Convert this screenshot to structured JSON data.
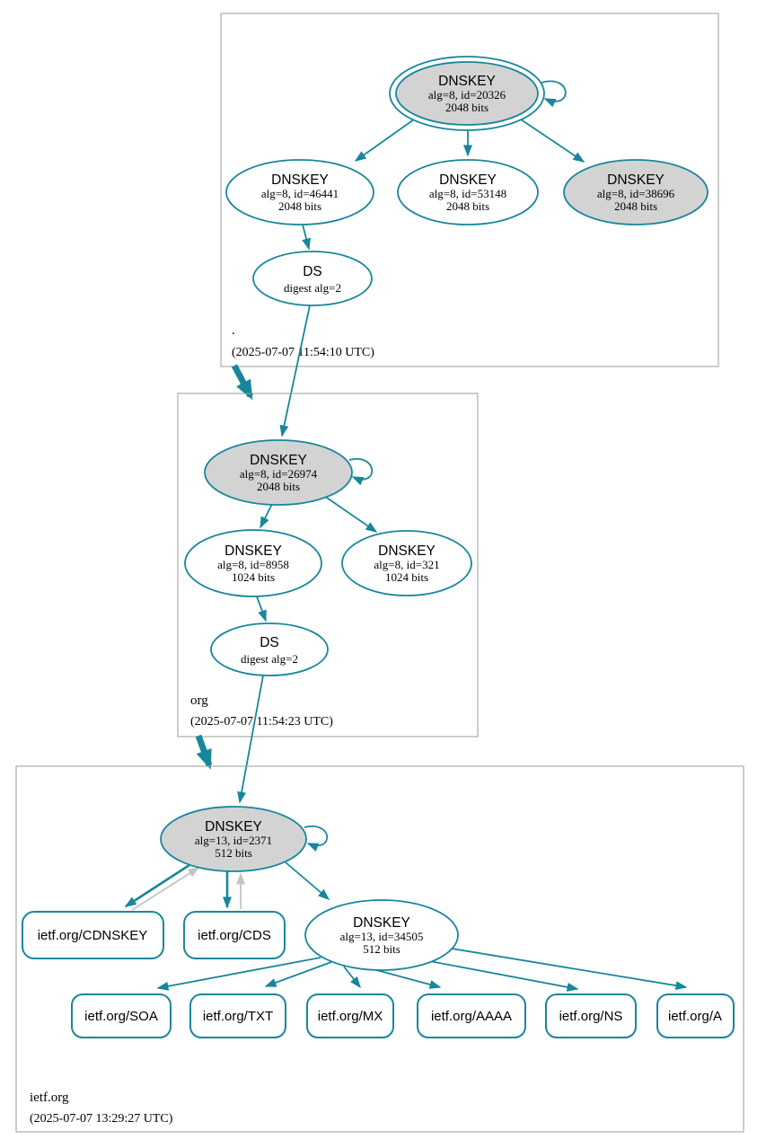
{
  "colors": {
    "edge_secure_teal": "#17879b",
    "edge_gray": "#c4c4c4",
    "sep_key_fill": "#d3d3d3",
    "node_fill": "#ffffff",
    "zone_border": "#9b9b9b",
    "text": "#000000"
  },
  "zones": [
    {
      "name": ".",
      "timestamp": "(2025-07-07 11:54:10 UTC)",
      "nodes": {
        "ksk": {
          "title": "DNSKEY",
          "detail": "alg=8, id=20326",
          "bits": "2048 bits"
        },
        "zsk1": {
          "title": "DNSKEY",
          "detail": "alg=8, id=46441",
          "bits": "2048 bits"
        },
        "zsk2": {
          "title": "DNSKEY",
          "detail": "alg=8, id=53148",
          "bits": "2048 bits"
        },
        "zsk3": {
          "title": "DNSKEY",
          "detail": "alg=8, id=38696",
          "bits": "2048 bits"
        },
        "ds": {
          "title": "DS",
          "detail": "digest alg=2"
        }
      }
    },
    {
      "name": "org",
      "timestamp": "(2025-07-07 11:54:23 UTC)",
      "nodes": {
        "ksk": {
          "title": "DNSKEY",
          "detail": "alg=8, id=26974",
          "bits": "2048 bits"
        },
        "zsk1": {
          "title": "DNSKEY",
          "detail": "alg=8, id=8958",
          "bits": "1024 bits"
        },
        "zsk2": {
          "title": "DNSKEY",
          "detail": "alg=8, id=321",
          "bits": "1024 bits"
        },
        "ds": {
          "title": "DS",
          "detail": "digest alg=2"
        }
      }
    },
    {
      "name": "ietf.org",
      "timestamp": "(2025-07-07 13:29:27 UTC)",
      "nodes": {
        "ksk": {
          "title": "DNSKEY",
          "detail": "alg=13, id=2371",
          "bits": "512 bits"
        },
        "zsk": {
          "title": "DNSKEY",
          "detail": "alg=13, id=34505",
          "bits": "512 bits"
        },
        "cdnskey": {
          "label": "ietf.org/CDNSKEY"
        },
        "cds": {
          "label": "ietf.org/CDS"
        },
        "rrsets": [
          "ietf.org/SOA",
          "ietf.org/TXT",
          "ietf.org/MX",
          "ietf.org/AAAA",
          "ietf.org/NS",
          "ietf.org/A"
        ]
      }
    }
  ]
}
